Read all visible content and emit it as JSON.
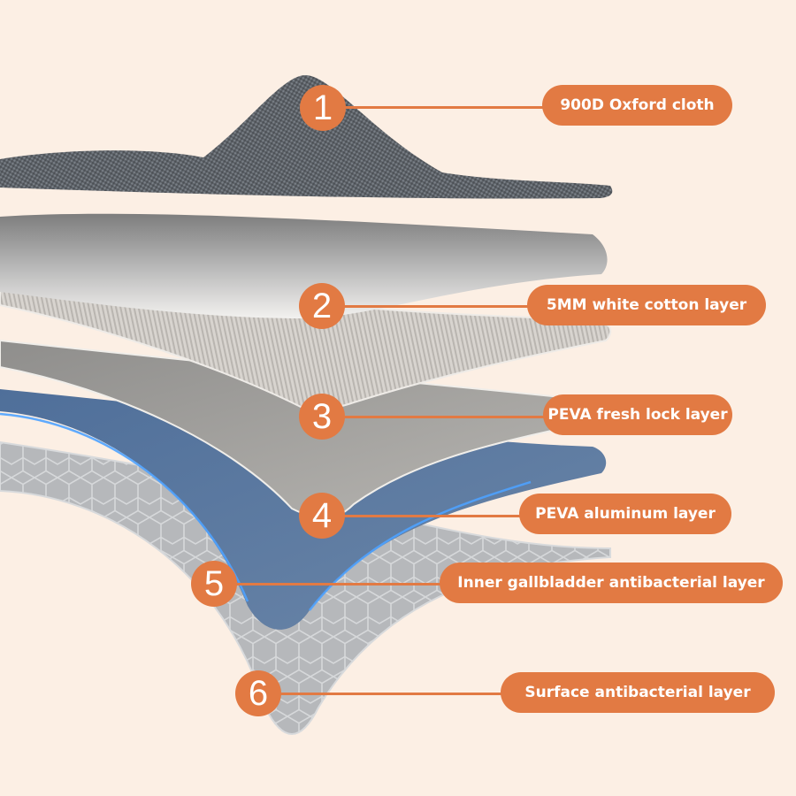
{
  "title": "Six-layer material structure diagram",
  "accent_color": "#e27a43",
  "background_color": "#fcefe4",
  "layers": [
    {
      "number": "1",
      "label": "900D Oxford cloth",
      "material": "dark grey woven fabric"
    },
    {
      "number": "2",
      "label": "5MM white cotton layer",
      "material": "white fluffy cotton"
    },
    {
      "number": "3",
      "label": "PEVA fresh lock layer",
      "material": "ribbed light grey sheet"
    },
    {
      "number": "4",
      "label": "PEVA aluminum layer",
      "material": "silver grey sheet"
    },
    {
      "number": "5",
      "label": "Inner gallbladder antibacterial layer",
      "material": "blue sheet"
    },
    {
      "number": "6",
      "label": "Surface antibacterial layer",
      "material": "grey honeycomb sheet"
    }
  ]
}
